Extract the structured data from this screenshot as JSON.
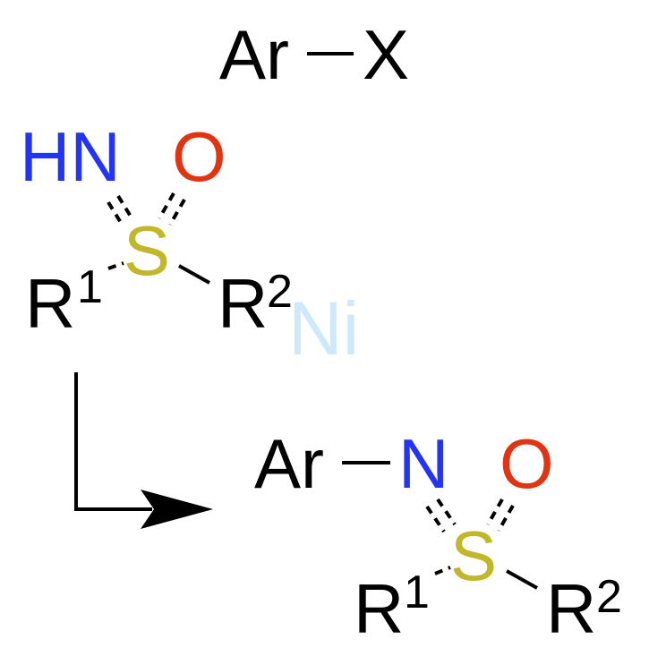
{
  "colors": {
    "black": "#000000",
    "nitrogen": "#2434f5",
    "oxygen": "#e03412",
    "sulfur": "#c2b62b",
    "catalyst": "#cde9fb"
  },
  "reactant_halide": {
    "aryl": "Ar",
    "halogen": "X"
  },
  "sulfoximine": {
    "nh": "HN",
    "oxygen": "O",
    "sulfur": "S",
    "r1": "R",
    "r1_index": "1",
    "r2": "R",
    "r2_index": "2"
  },
  "catalyst": {
    "label": "Ni"
  },
  "product": {
    "aryl": "Ar",
    "nitrogen": "N",
    "oxygen": "O",
    "sulfur": "S",
    "r1": "R",
    "r1_index": "1",
    "r2": "R",
    "r2_index": "2"
  }
}
